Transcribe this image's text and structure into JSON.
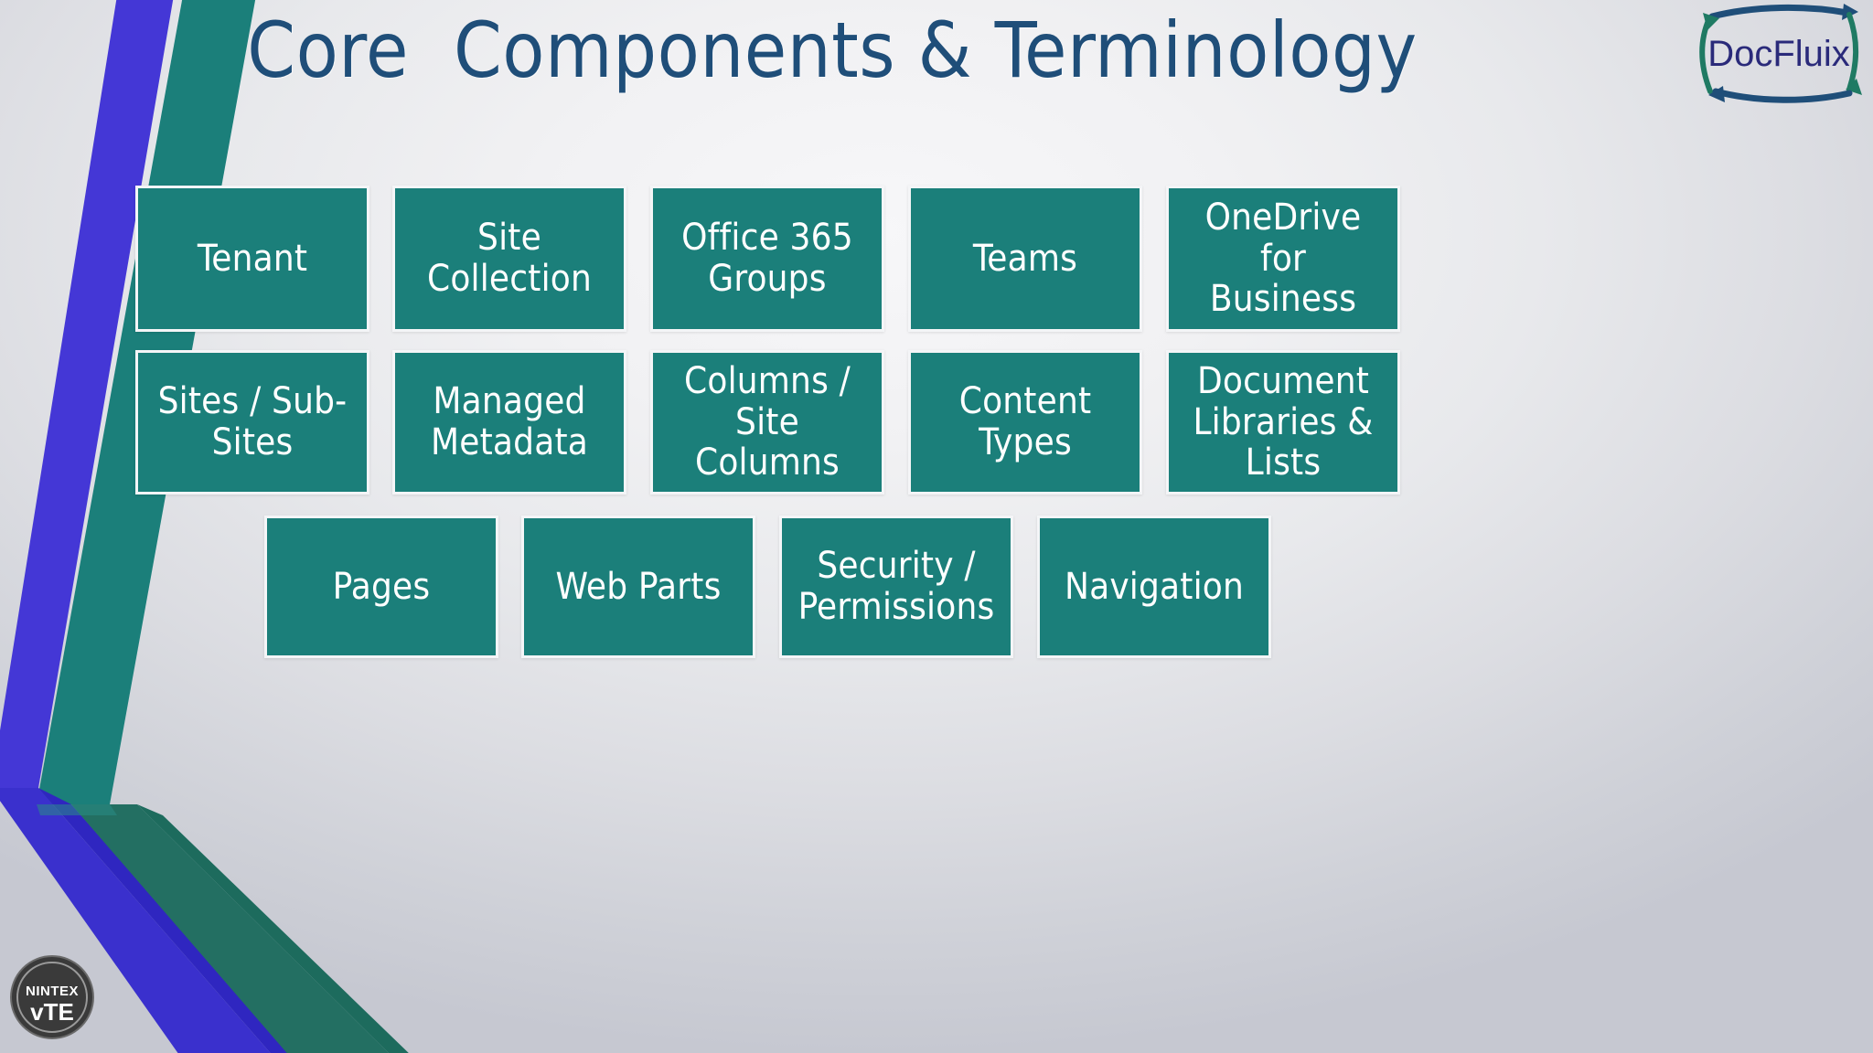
{
  "slide": {
    "title": "Core  Components & Terminology",
    "title_color": "#1f4e79",
    "background_colors": {
      "light": "#f7f7f9",
      "dark": "#c6c8d1"
    },
    "accent_color": "#1b7f7a",
    "box_text_color": "#ffffff",
    "box_border_color": "#f4f5f7"
  },
  "brand_logo": {
    "name": "DocFluix",
    "text": "DocFluix",
    "text_color": "#2a2a7a",
    "frame_top_color": "#1f4e79",
    "frame_side_color": "#1f7a63"
  },
  "badge": {
    "line1": "NINTEX",
    "line2": "vTE",
    "circle_color": "#3a3a3a",
    "text_color": "#ffffff"
  },
  "ribbons": {
    "blue": "#4437d6",
    "blue_shadow": "#2f26c0",
    "teal": "#1b7f7a",
    "teal_shadow": "#1d6b5d"
  },
  "grid": {
    "rows": [
      {
        "row_name": "row-1",
        "items": [
          {
            "label": "Tenant"
          },
          {
            "label": "Site\nCollection"
          },
          {
            "label": "Office 365\nGroups"
          },
          {
            "label": "Teams"
          },
          {
            "label": "OneDrive for\nBusiness"
          }
        ]
      },
      {
        "row_name": "row-2",
        "items": [
          {
            "label": "Sites / Sub-\nSites"
          },
          {
            "label": "Managed\nMetadata"
          },
          {
            "label": "Columns / Site\nColumns"
          },
          {
            "label": "Content Types"
          },
          {
            "label": "Document\nLibraries &\nLists"
          }
        ]
      },
      {
        "row_name": "row-3",
        "items": [
          {
            "label": "Pages"
          },
          {
            "label": "Web Parts"
          },
          {
            "label": "Security /\nPermissions"
          },
          {
            "label": "Navigation"
          }
        ]
      }
    ]
  }
}
